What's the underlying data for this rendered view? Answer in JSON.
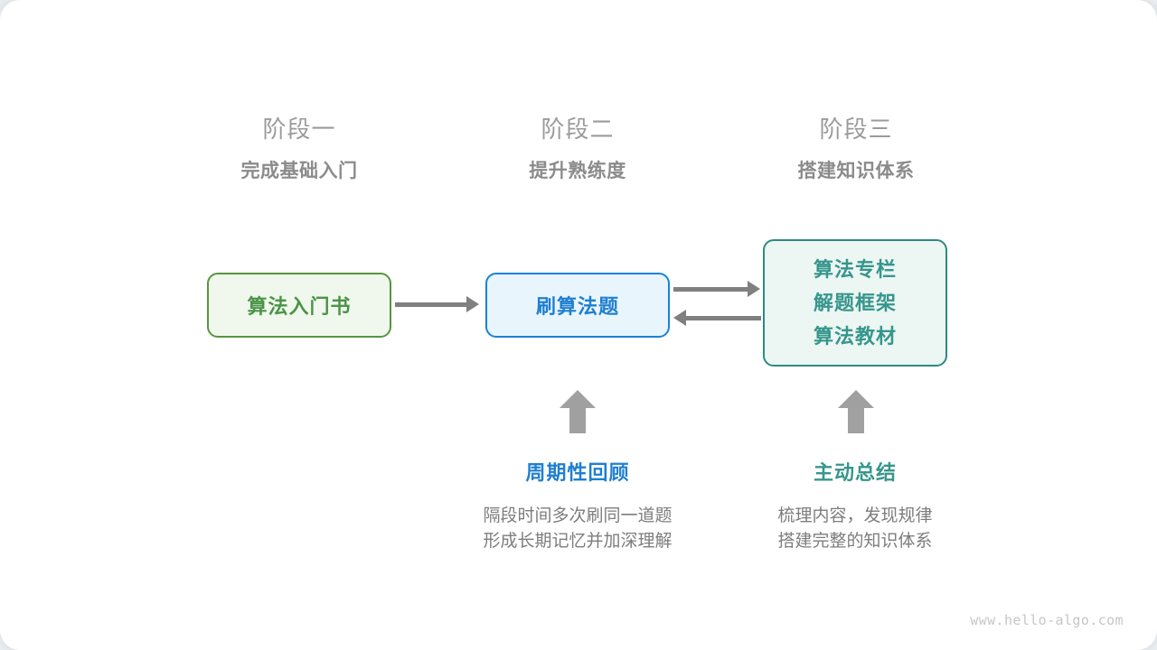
{
  "diagram": {
    "phases": [
      {
        "title": "阶段一",
        "subtitle": "完成基础入门"
      },
      {
        "title": "阶段二",
        "subtitle": "提升熟练度"
      },
      {
        "title": "阶段三",
        "subtitle": "搭建知识体系"
      }
    ],
    "nodes": [
      {
        "id": "book",
        "lines": [
          "算法入门书"
        ],
        "border_color": "#56963f",
        "fill_color": "#f0f7ec",
        "text_color": "#4a9448"
      },
      {
        "id": "practice",
        "lines": [
          "刷算法题"
        ],
        "border_color": "#1b81d4",
        "fill_color": "#e9f5fd",
        "text_color": "#1f7fd0"
      },
      {
        "id": "resources",
        "lines": [
          "算法专栏",
          "解题框架",
          "算法教材"
        ],
        "border_color": "#2d8a82",
        "fill_color": "#ecf6f3",
        "text_color": "#36968c"
      }
    ],
    "connectors": [
      {
        "id": "book-to-practice",
        "direction": "right",
        "color": "#808080"
      },
      {
        "id": "practice-to-resources",
        "direction": "right",
        "color": "#808080"
      },
      {
        "id": "resources-to-practice",
        "direction": "left",
        "color": "#808080"
      }
    ],
    "annotations": [
      {
        "id": "review",
        "title": "周期性回顾",
        "title_color": "#1f7fd0",
        "desc_line_1": "隔段时间多次刷同一道题",
        "desc_line_2": "形成长期记忆并加深理解",
        "arrow_color": "#a0a0a0"
      },
      {
        "id": "summary",
        "title": "主动总结",
        "title_color": "#36968c",
        "desc_line_1": "梳理内容，发现规律",
        "desc_line_2": "搭建完整的知识体系",
        "arrow_color": "#a0a0a0"
      }
    ],
    "watermark": "www.hello-algo.com"
  }
}
